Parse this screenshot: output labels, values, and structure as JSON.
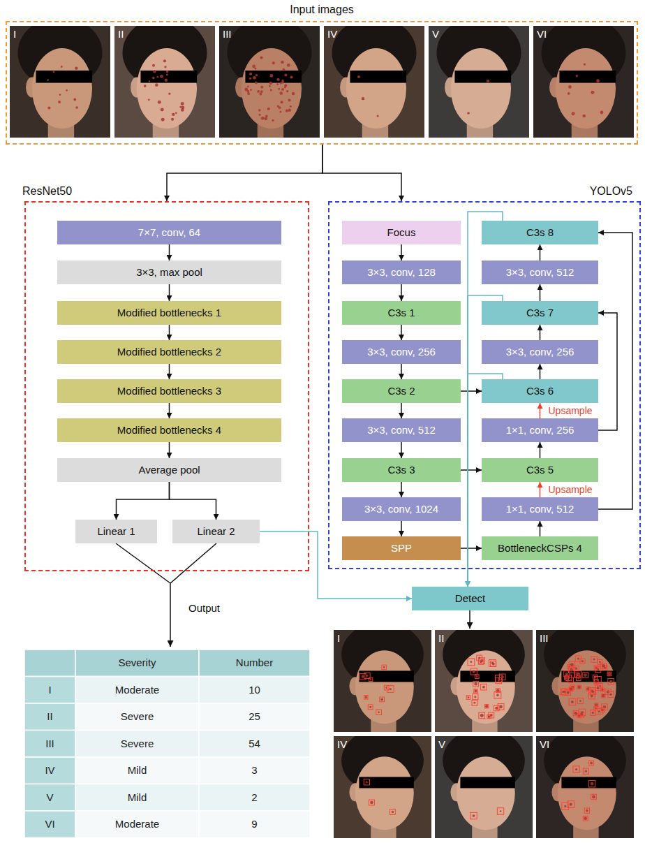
{
  "diagram": {
    "nodes": [
      {
        "text": [
          "Input images"
        ]
      },
      {
        "text": [
          "ResNet50"
        ]
      },
      {
        "text": [
          "7×7, conv, 64"
        ],
        "in": 1
      },
      {
        "text": [
          "3×3, max pool"
        ],
        "in": 1
      },
      {
        "text": [
          "Modified bottlenecks 1"
        ],
        "in": 1
      },
      {
        "text": [
          "Modified bottlenecks 2"
        ],
        "in": 1
      },
      {
        "text": [
          "Modified bottlenecks 3"
        ],
        "in": 1
      },
      {
        "text": [
          "Modified bottlenecks 4"
        ],
        "in": 1
      },
      {
        "text": [
          "Average pool"
        ],
        "in": 1
      },
      {
        "text": [
          "Linear 1"
        ],
        "in": 1
      },
      {
        "text": [
          "Linear 2"
        ],
        "in": 1
      },
      {
        "text": [
          "YOLOv5"
        ]
      },
      {
        "text": [
          "Focus"
        ],
        "in": 11
      },
      {
        "text": [
          "3×3, conv, 128"
        ],
        "in": 11
      },
      {
        "text": [
          "C3s 1"
        ],
        "in": 11
      },
      {
        "text": [
          "3×3, conv, 256"
        ],
        "in": 11
      },
      {
        "text": [
          "C3s 2"
        ],
        "in": 11
      },
      {
        "text": [
          "3×3, conv, 512"
        ],
        "in": 11
      },
      {
        "text": [
          "C3s 3"
        ],
        "in": 11
      },
      {
        "text": [
          "3×3, conv, 1024"
        ],
        "in": 11
      },
      {
        "text": [
          "SPP"
        ],
        "in": 11
      },
      {
        "text": [
          "C3s 8"
        ],
        "in": 11
      },
      {
        "text": [
          "3×3, conv, 512"
        ],
        "in": 11
      },
      {
        "text": [
          "C3s 7"
        ],
        "in": 11
      },
      {
        "text": [
          "3×3, conv, 256"
        ],
        "in": 11
      },
      {
        "text": [
          "C3s 6"
        ],
        "in": 11
      },
      {
        "text": [
          "1×1, conv, 256"
        ],
        "in": 11
      },
      {
        "text": [
          "C3s 5"
        ],
        "in": 11
      },
      {
        "text": [
          "1×1, conv, 512"
        ],
        "in": 11
      },
      {
        "text": [
          "BottleneckCSPs 4"
        ],
        "in": 11
      },
      {
        "text": [
          "Detect"
        ]
      }
    ],
    "edges": [
      {
        "from": 0,
        "to": 1,
        "arrow": "to"
      },
      {
        "from": 0,
        "to": 11,
        "arrow": "to"
      },
      {
        "from": 2,
        "to": 3,
        "arrow": "to"
      },
      {
        "from": 3,
        "to": 4,
        "arrow": "to"
      },
      {
        "from": 4,
        "to": 5,
        "arrow": "to"
      },
      {
        "from": 5,
        "to": 6,
        "arrow": "to"
      },
      {
        "from": 6,
        "to": 7,
        "arrow": "to"
      },
      {
        "from": 7,
        "to": 8,
        "arrow": "to"
      },
      {
        "from": 8,
        "to": 9,
        "arrow": "to"
      },
      {
        "from": 8,
        "to": 10,
        "arrow": "to"
      },
      {
        "from": 12,
        "to": 13,
        "arrow": "to"
      },
      {
        "from": 13,
        "to": 14,
        "arrow": "to"
      },
      {
        "from": 14,
        "to": 15,
        "arrow": "to"
      },
      {
        "from": 15,
        "to": 16,
        "arrow": "to"
      },
      {
        "from": 16,
        "to": 17,
        "arrow": "to"
      },
      {
        "from": 17,
        "to": 18,
        "arrow": "to"
      },
      {
        "from": 18,
        "to": 19,
        "arrow": "to"
      },
      {
        "from": 19,
        "to": 20,
        "arrow": "to"
      },
      {
        "from": 20,
        "to": 29,
        "arrow": "to"
      },
      {
        "from": 16,
        "to": 25,
        "arrow": "to"
      },
      {
        "from": 18,
        "to": 27,
        "arrow": "to"
      },
      {
        "from": 29,
        "to": 28,
        "arrow": "to"
      },
      {
        "from": 28,
        "to": 27,
        "label": "Upsample",
        "arrow": "to"
      },
      {
        "from": 27,
        "to": 26,
        "arrow": "to"
      },
      {
        "from": 26,
        "to": 25,
        "label": "Upsample",
        "arrow": "to"
      },
      {
        "from": 25,
        "to": 24,
        "arrow": "to"
      },
      {
        "from": 24,
        "to": 23,
        "arrow": "to"
      },
      {
        "from": 23,
        "to": 22,
        "arrow": "to"
      },
      {
        "from": 22,
        "to": 21,
        "arrow": "to"
      },
      {
        "from": 26,
        "to": 23,
        "arrow": "to"
      },
      {
        "from": 28,
        "to": 21,
        "arrow": "to"
      },
      {
        "from": 10,
        "to": 30,
        "arrow": "to"
      },
      {
        "from": 21,
        "to": 30,
        "arrow": "to"
      },
      {
        "from": 23,
        "to": 30,
        "arrow": "to"
      },
      {
        "from": 25,
        "to": 30,
        "arrow": "to"
      }
    ],
    "labels": [
      "I",
      "II",
      "III",
      "IV",
      "V",
      "VI",
      "Output",
      "Severity",
      "Number",
      "I",
      "Moderate",
      "10",
      "II",
      "Severe",
      "25",
      "III",
      "Severe",
      "54",
      "IV",
      "Mild",
      "3",
      "V",
      "Mild",
      "2",
      "VI",
      "Moderate",
      "9",
      "I",
      "II",
      "III",
      "IV",
      "V",
      "VI"
    ]
  }
}
